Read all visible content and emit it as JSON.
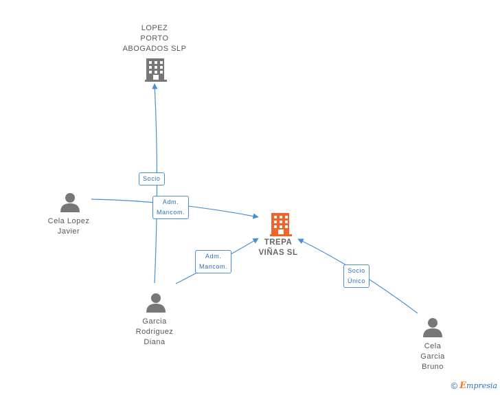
{
  "nodes": {
    "lopez_porto": {
      "label": "LOPEZ\nPORTO\nABOGADOS SLP",
      "icon": "company-building-icon",
      "color": "#777777"
    },
    "trepa": {
      "label": "TREPA\nVIÑAS SL",
      "icon": "company-building-icon",
      "color": "#f0632a"
    },
    "cela_lopez": {
      "label": "Cela Lopez\nJavier",
      "icon": "person-icon",
      "color": "#777777"
    },
    "garcia": {
      "label": "Garcia\nRodriguez\nDiana",
      "icon": "person-icon",
      "color": "#777777"
    },
    "cela_garcia": {
      "label": "Cela\nGarcia\nBruno",
      "icon": "person-icon",
      "color": "#777777"
    }
  },
  "edges": {
    "socio": "Socio",
    "adm1": "Adm.\nMancom.",
    "adm2": "Adm.\nMancom.",
    "socio_unico": "Socio\nÚnico"
  },
  "colors": {
    "edge": "#4a8fd6"
  },
  "footer": {
    "copyright": "©",
    "brand_first": "E",
    "brand_rest": "mpresia"
  }
}
